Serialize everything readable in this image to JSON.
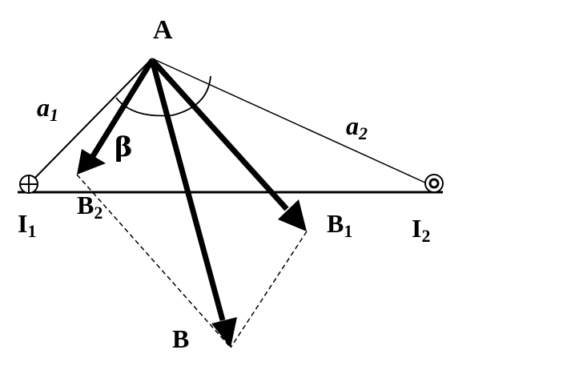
{
  "diagram": {
    "labels": {
      "A": "A",
      "a1_main": "a",
      "a1_sub": "1",
      "a2_main": "a",
      "a2_sub": "2",
      "beta": "β",
      "I1_main": "I",
      "I1_sub": "1",
      "I2_main": "I",
      "I2_sub": "2",
      "B2_main": "B",
      "B2_sub": "2",
      "B1_main": "B",
      "B1_sub": "1",
      "B_main": "B"
    },
    "colors": {
      "stroke": "#000000",
      "background": "#ffffff"
    },
    "icons": {
      "current_I1": "cross-in-circle-icon",
      "current_I2": "dot-in-circle-icon"
    }
  }
}
